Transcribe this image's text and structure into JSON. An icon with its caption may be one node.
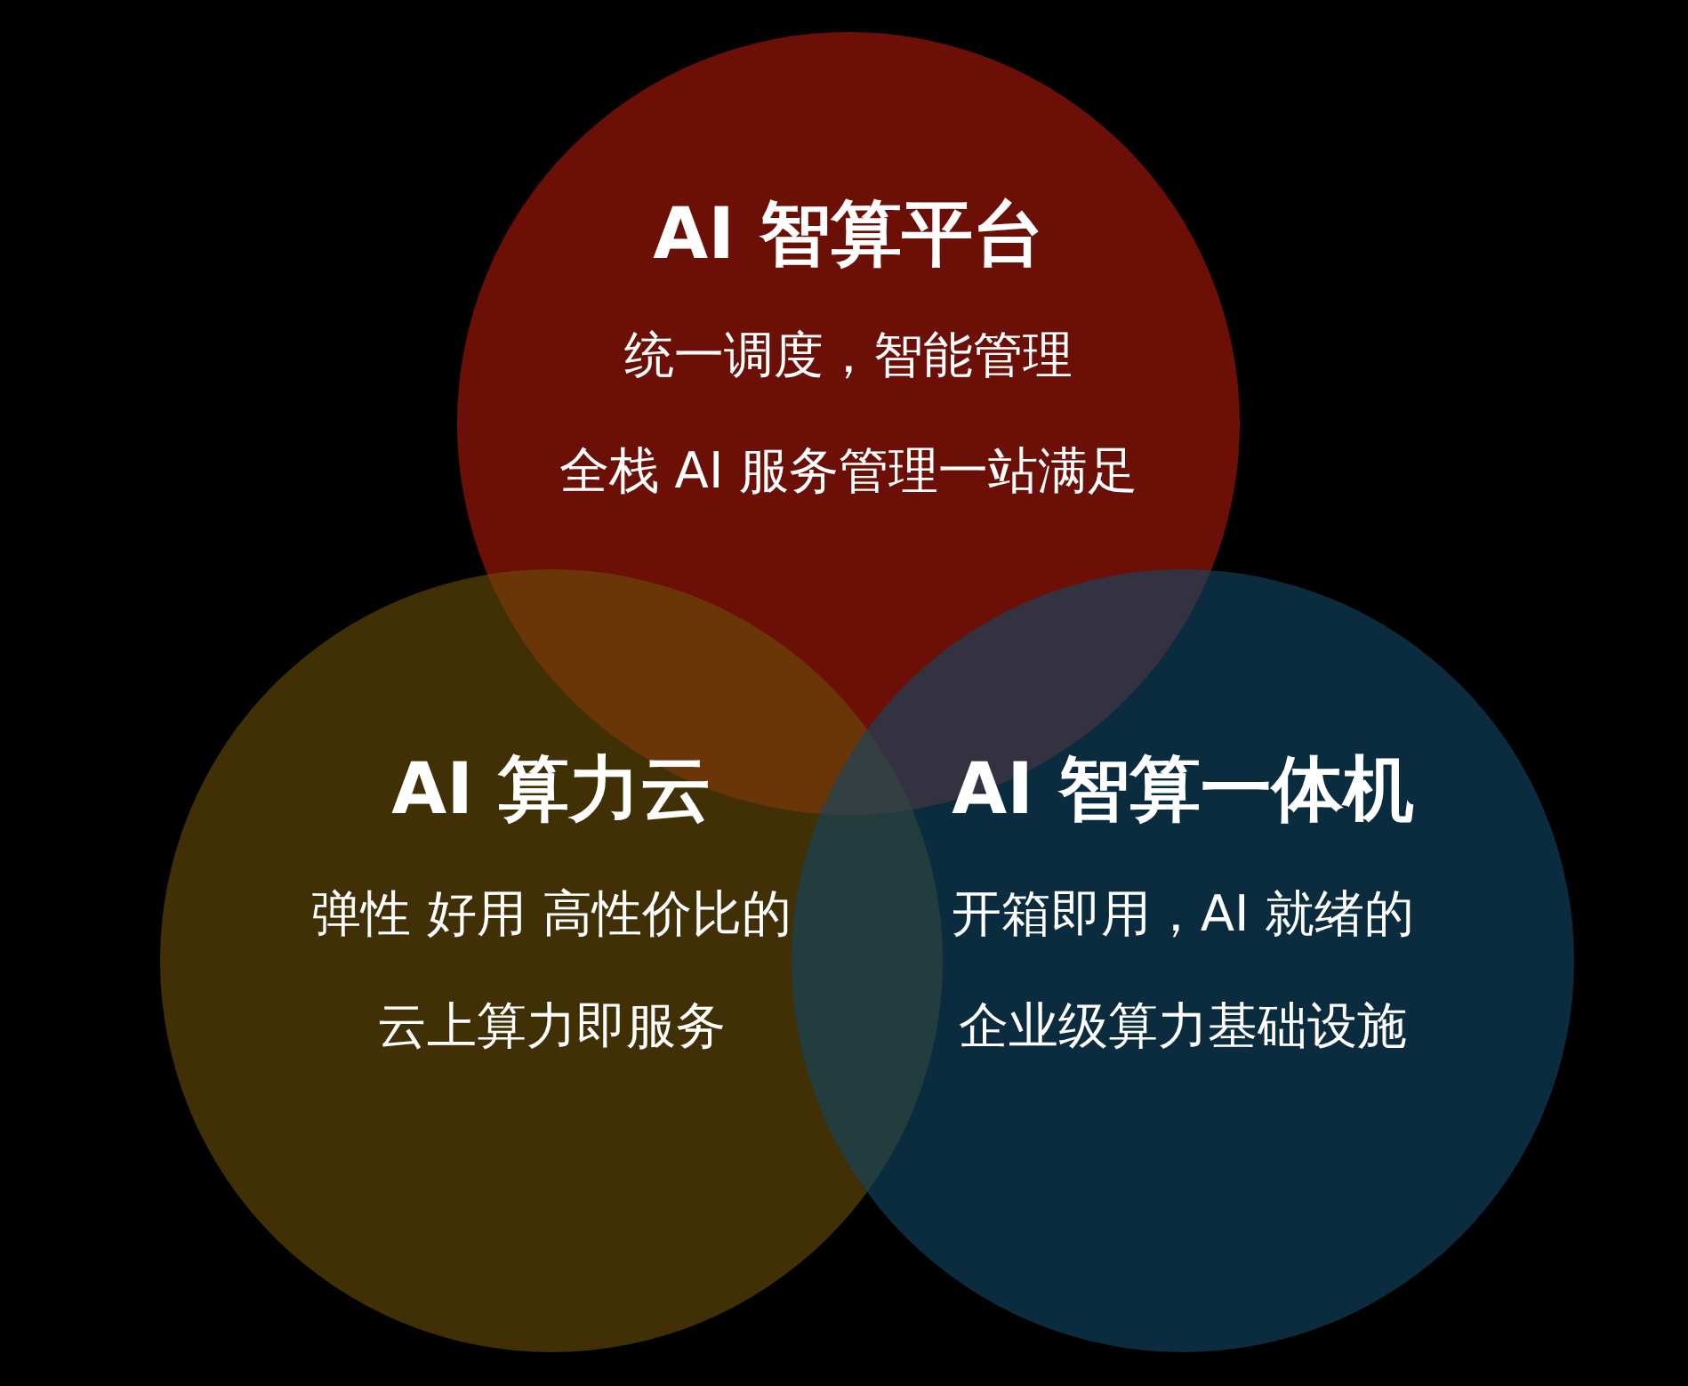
{
  "diagram": {
    "nodes": [
      {
        "text": [
          "AI 智算平台",
          "统一调度，智能管理",
          "全栈 AI 服务管理一站满足"
        ]
      },
      {
        "text": [
          "AI 算力云",
          "弹性 好用 高性价比的",
          "云上算力即服务"
        ]
      },
      {
        "text": [
          "AI 智算一体机",
          "开箱即用，AI 就绪的",
          "企业级算力基础设施"
        ]
      }
    ]
  }
}
